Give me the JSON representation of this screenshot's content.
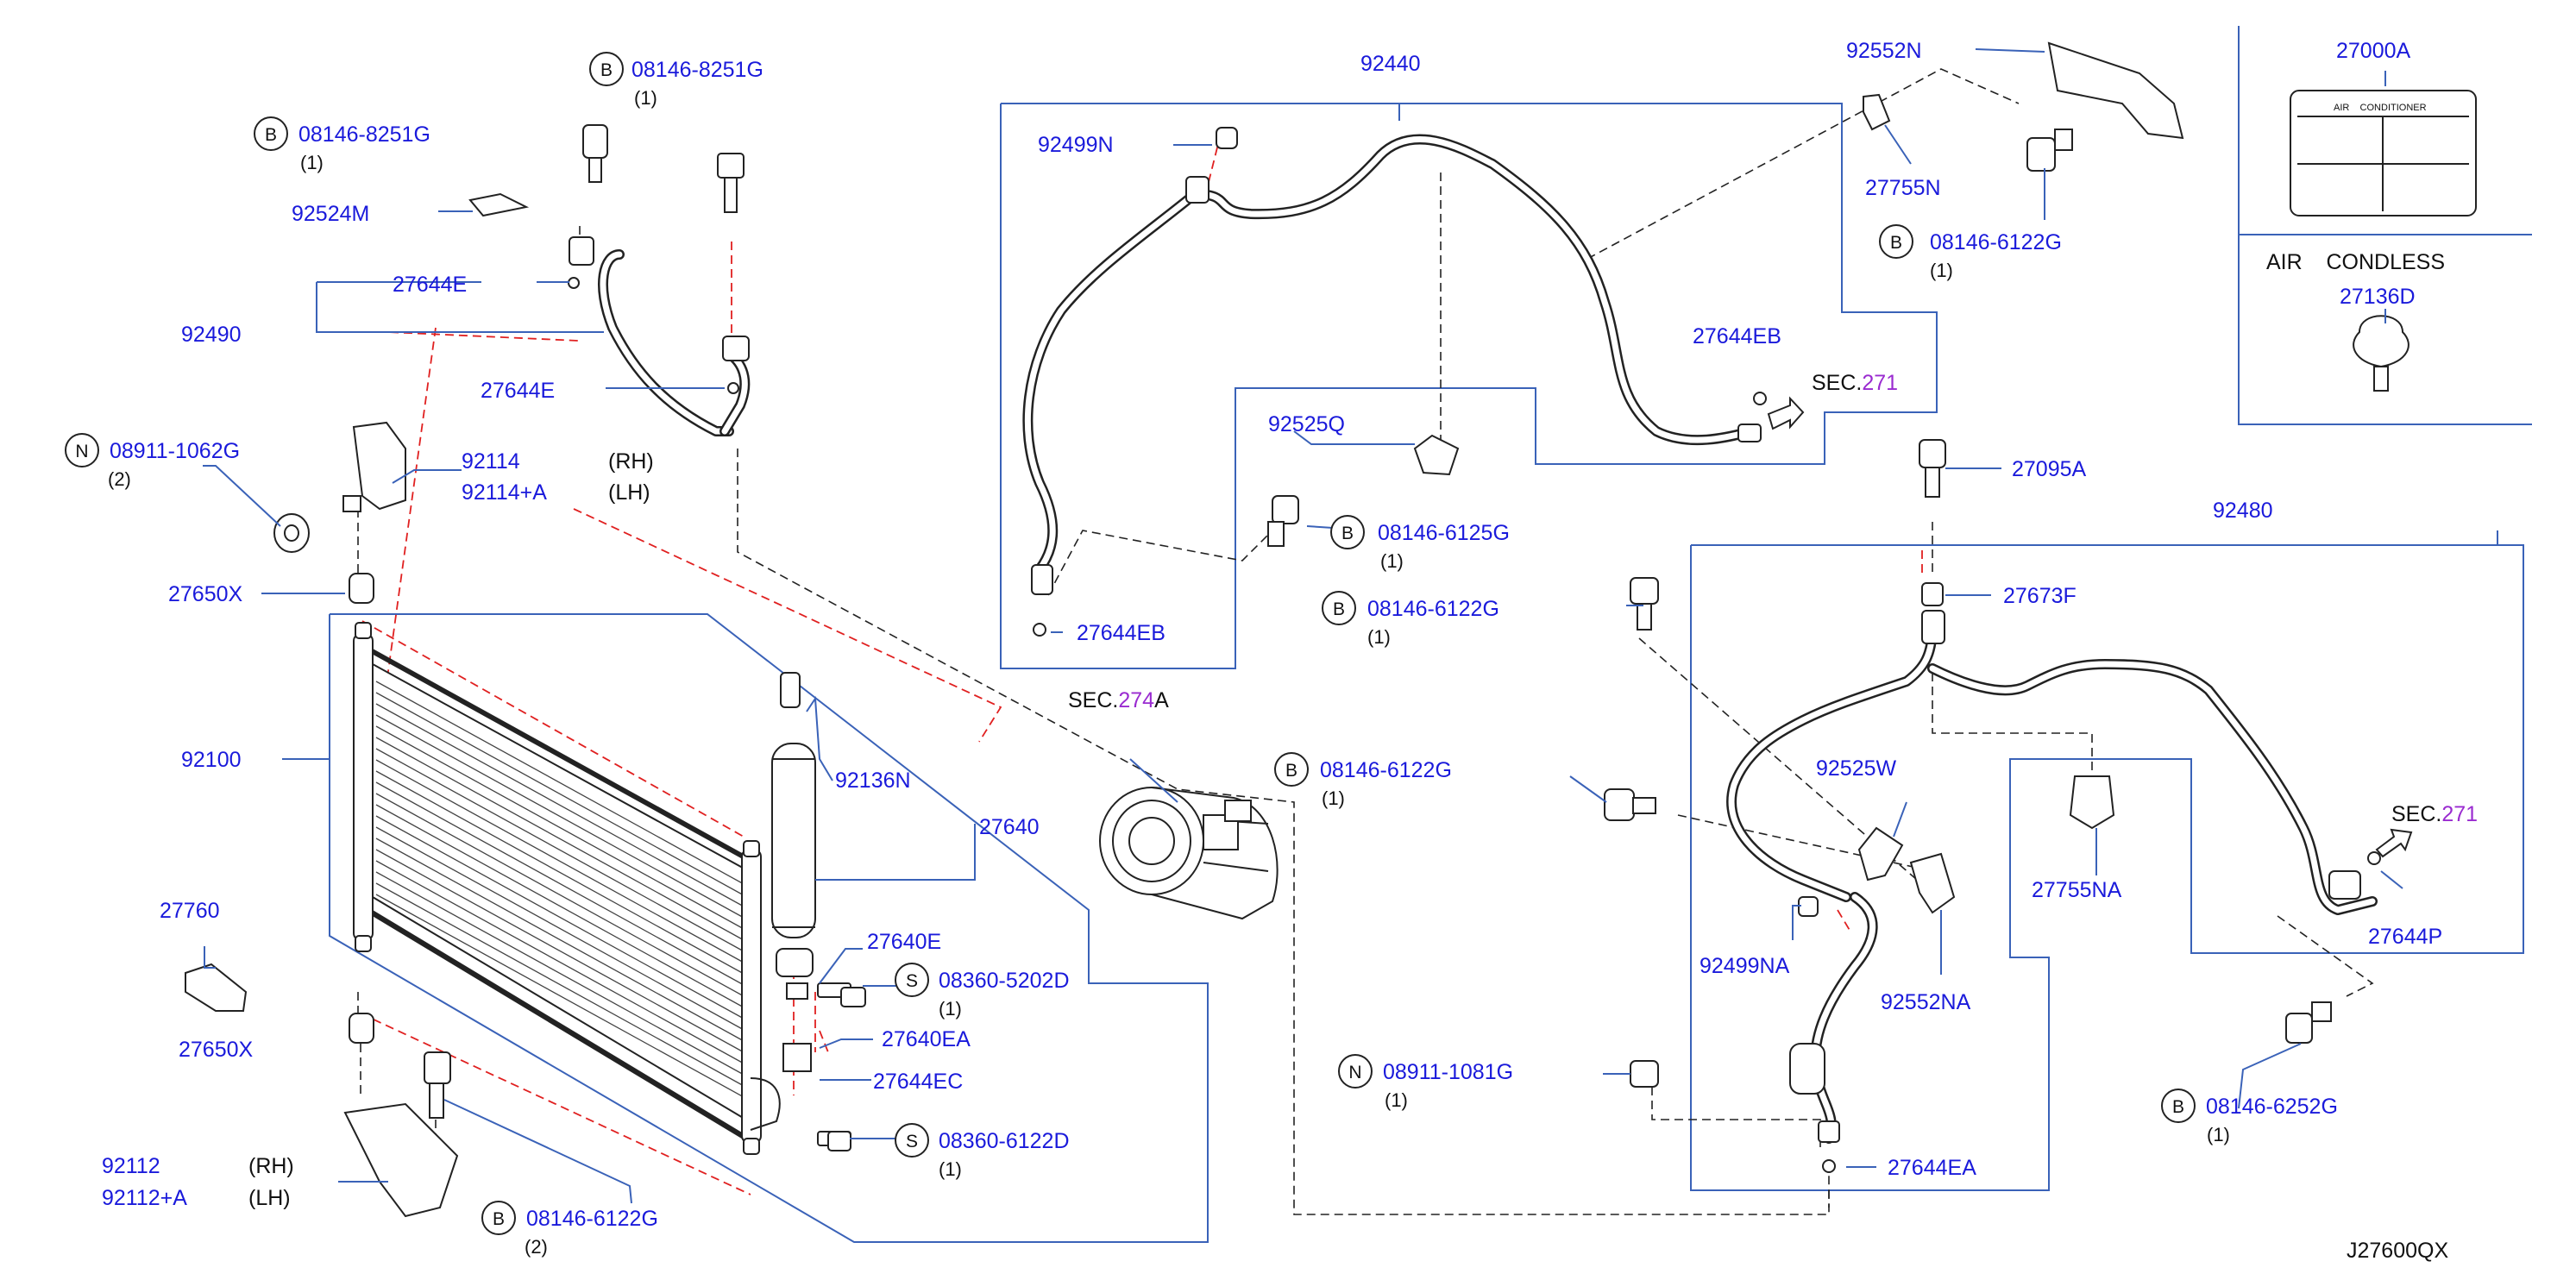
{
  "labels": {
    "bolt_8251_top": "08146-8251G",
    "bolt_8251_left": "08146-8251G",
    "qty_1_a": "(1)",
    "qty_1_b": "(1)",
    "p92524M": "92524M",
    "p27644E_a": "27644E",
    "p92490": "92490",
    "p27644E_b": "27644E",
    "nut_1062": "08911-1062G",
    "qty_2_a": "(2)",
    "p92114": "92114",
    "p92114A": "92114+A",
    "rh_a": "(RH)",
    "lh_a": "(LH)",
    "p27650X_a": "27650X",
    "p92100": "92100",
    "p27760": "27760",
    "p27650X_b": "27650X",
    "p92112": "92112",
    "p92112A": "92112+A",
    "rh_b": "(RH)",
    "lh_b": "(LH)",
    "bolt_6122_bl": "08146-6122G",
    "qty_2_b": "(2)",
    "p92136N": "92136N",
    "p27640": "27640",
    "p27640E": "27640E",
    "screw_5202": "08360-5202D",
    "qty_1_c": "(1)",
    "p27640EA": "27640EA",
    "p27644EC": "27644EC",
    "screw_6122": "08360-6122D",
    "qty_1_d": "(1)",
    "p92440": "92440",
    "p92499N": "92499N",
    "p27644EB_a": "27644EB",
    "sec271_a_prefix": "SEC.",
    "sec271_a_num": "271",
    "p92525Q": "92525Q",
    "bolt_6125": "08146-6125G",
    "qty_1_e": "(1)",
    "bolt_6122_mid": "08146-6122G",
    "qty_1_f": "(1)",
    "p27644EB_b": "27644EB",
    "sec274_prefix": "SEC.",
    "sec274_num": "274",
    "sec274_suffix": "A",
    "bolt_6122_comp": "08146-6122G",
    "qty_1_g": "(1)",
    "p92552N": "92552N",
    "p27755N": "27755N",
    "bolt_6122_tr": "08146-6122G",
    "qty_1_h": "(1)",
    "p27000A": "27000A",
    "decal_text": "AIR    CONDITIONER",
    "air_condless": "AIR    CONDLESS",
    "p27136D": "27136D",
    "p27095A": "27095A",
    "p92480": "92480",
    "p27673F": "27673F",
    "p92525W": "92525W",
    "p27755NA": "27755NA",
    "sec271_b_prefix": "SEC.",
    "sec271_b_num": "271",
    "p27644P": "27644P",
    "p92499NA": "92499NA",
    "p92552NA": "92552NA",
    "nut_1081": "08911-1081G",
    "qty_1_i": "(1)",
    "p27644EA": "27644EA",
    "bolt_6252": "08146-6252G",
    "qty_1_j": "(1)",
    "diagram_code": "J27600QX",
    "circle_B": "B",
    "circle_N": "N",
    "circle_S": "S"
  },
  "colors": {
    "part_number": "#1a1adb",
    "section_number": "#9a2bd0",
    "leader_frame": "#3a62b8",
    "red_dashes": "#e02020"
  }
}
